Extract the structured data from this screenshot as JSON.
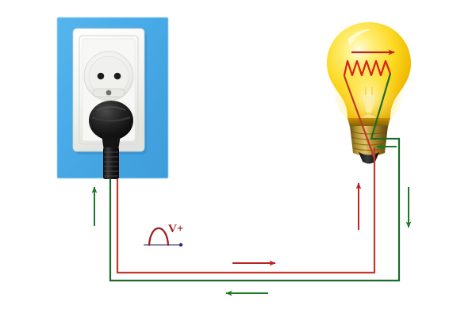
{
  "diagram": {
    "title": "AC circuit: wall socket powering an incandescent light bulb",
    "labels": {
      "voltage": "V+"
    },
    "colors": {
      "red_wire": "#c0392b",
      "red_arrow": "#bb2222",
      "dark_red": "#9e2020",
      "green_wire": "#1a6b2a",
      "green_arrow": "#1a7a22",
      "socket_panel_blue": "#4aace8",
      "socket_plate_white": "#f2f2f2",
      "plug_black": "#1c1c1c",
      "bulb_glass_yellow": "#f5d21e",
      "bulb_glass_highlight": "#fff8b0",
      "bulb_base_brass": "#9a7d2c",
      "axis_gray": "#9090a8",
      "axis_dot_blue": "#2a2a8c"
    },
    "components": [
      {
        "name": "wall-socket",
        "type": "image-illustration",
        "description": "Blue wall panel with white European socket plate and black plug inserted"
      },
      {
        "name": "light-bulb",
        "type": "image-illustration",
        "description": "Glowing incandescent light bulb with brass screw base"
      },
      {
        "name": "voltage-waveform",
        "type": "annotation",
        "description": "Half sine wave over horizontal axis marked V+"
      }
    ],
    "wires": [
      {
        "name": "red-wire",
        "color": "#c0392b",
        "description": "Live conductor path from plug down, across the bottom and up into the bulb filament"
      },
      {
        "name": "green-wire",
        "color": "#1a6b2a",
        "description": "Return conductor path from bulb base around the outside back to the plug"
      }
    ],
    "flow_arrows": [
      {
        "name": "arrow-green-up-left",
        "direction": "up",
        "color": "#1a7a22"
      },
      {
        "name": "arrow-red-right-bottom",
        "direction": "right",
        "color": "#bb2222"
      },
      {
        "name": "arrow-green-left-bottom",
        "direction": "left",
        "color": "#1a7a22"
      },
      {
        "name": "arrow-red-up-right",
        "direction": "up",
        "color": "#bb2222"
      },
      {
        "name": "arrow-green-down-right",
        "direction": "down",
        "color": "#1a7a22"
      },
      {
        "name": "arrow-red-right-in-bulb",
        "direction": "right",
        "color": "#bb2222"
      },
      {
        "name": "arrow-green-left-at-base",
        "direction": "left",
        "color": "#1a7a22"
      }
    ]
  }
}
